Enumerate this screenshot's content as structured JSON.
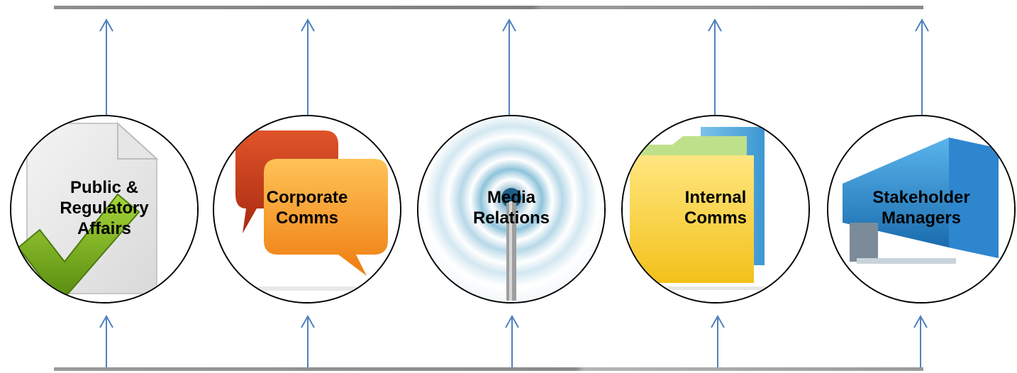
{
  "diagram": {
    "nodes": [
      {
        "id": "public-regulatory-affairs",
        "label": "Public &\nRegulatory\nAffairs",
        "icon": "document-check-icon",
        "accent": "#7ab317"
      },
      {
        "id": "corporate-comms",
        "label": "Corporate\nComms",
        "icon": "speech-bubbles-icon",
        "accent": "#f08a1a"
      },
      {
        "id": "media-relations",
        "label": "Media\nRelations",
        "icon": "broadcast-antenna-icon",
        "accent": "#4a9fc8"
      },
      {
        "id": "internal-comms",
        "label": "Internal\nComms",
        "icon": "folder-icon",
        "accent": "#f5d327"
      },
      {
        "id": "stakeholder-managers",
        "label": "Stakeholder\nManagers",
        "icon": "megaphone-icon",
        "accent": "#1f7fc4"
      }
    ],
    "colors": {
      "arrow": "#4f81bd",
      "circle_border": "#000000",
      "bar": "#8a8a8a"
    }
  }
}
